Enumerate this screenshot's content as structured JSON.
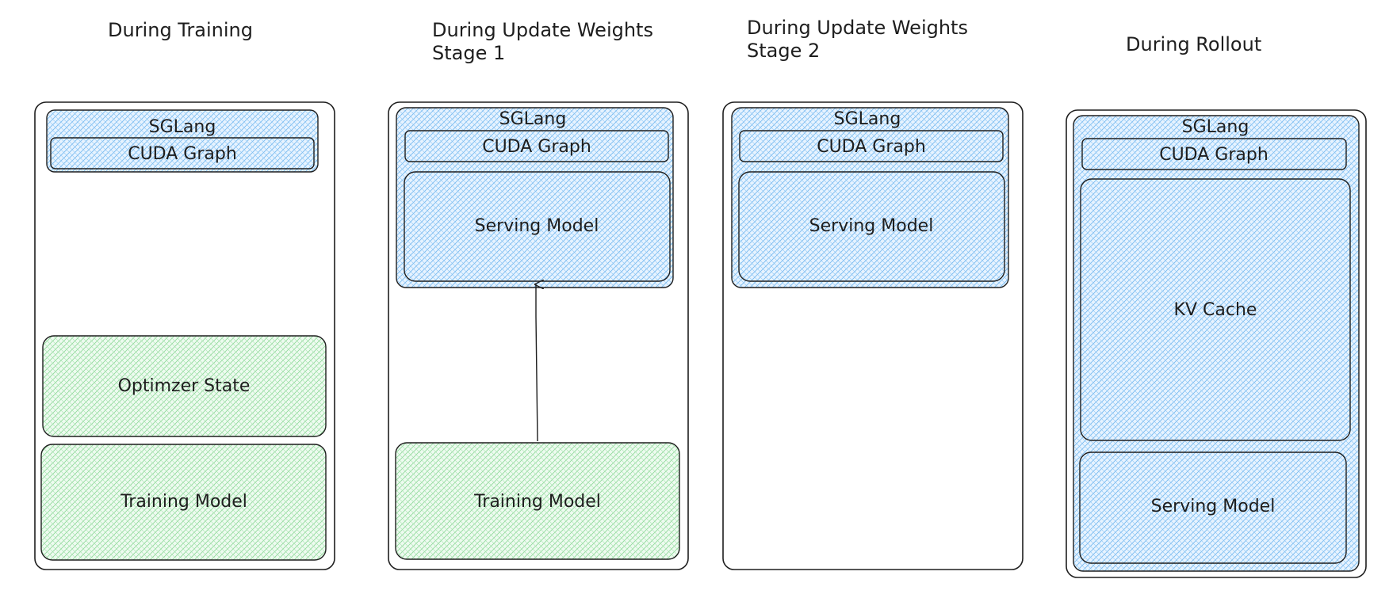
{
  "colors": {
    "stroke": "#1e1e1e",
    "blue_fill": "#a5d8ff",
    "green_fill": "#b2f2bb"
  },
  "columns": [
    {
      "title": "During Training",
      "sglang_label": "SGLang",
      "cuda_label": "CUDA Graph",
      "optimizer_label": "Optimzer State",
      "training_label": "Training Model"
    },
    {
      "title": "During Update Weights\nStage 1",
      "sglang_label": "SGLang",
      "cuda_label": "CUDA Graph",
      "serving_label": "Serving Model",
      "training_label": "Training Model"
    },
    {
      "title": "During Update Weights\nStage 2",
      "sglang_label": "SGLang",
      "cuda_label": "CUDA Graph",
      "serving_label": "Serving Model"
    },
    {
      "title": "During Rollout",
      "sglang_label": "SGLang",
      "cuda_label": "CUDA Graph",
      "kv_label": "KV Cache",
      "serving_label": "Serving Model"
    }
  ]
}
